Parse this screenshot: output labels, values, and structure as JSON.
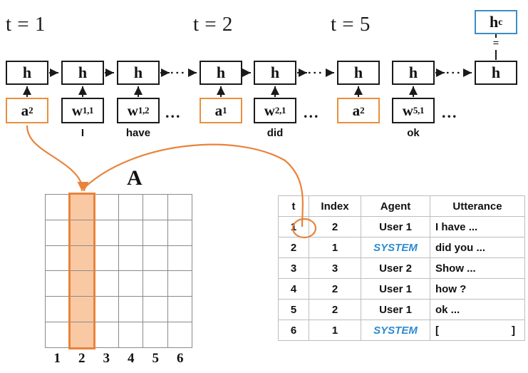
{
  "colors": {
    "orange_border": "#E8833B",
    "orange_fill": "#F9C9A4",
    "blue_border": "#3C8DC8",
    "system_text": "#2E8BD0",
    "box_border": "#1A1A1A",
    "grid_line": "#8A8A8A"
  },
  "timeline": {
    "step_labels": [
      {
        "text": "t = 1"
      },
      {
        "text": "t = 2"
      },
      {
        "text": "t = 5"
      }
    ],
    "hidden_states": [
      {
        "label": "h"
      },
      {
        "label": "h"
      },
      {
        "label": "h"
      },
      {
        "label": "h"
      },
      {
        "label": "h"
      },
      {
        "label": "h"
      },
      {
        "label": "h"
      },
      {
        "label": "h"
      }
    ],
    "context_state": {
      "label": "h",
      "subscript": "c"
    },
    "equality_sign": "=",
    "inputs": [
      {
        "label": "a",
        "subscript": "2",
        "word": "",
        "highlight": true
      },
      {
        "label": "w",
        "subscript": "1,1",
        "word": "I",
        "highlight": false
      },
      {
        "label": "w",
        "subscript": "1,2",
        "word": "have",
        "highlight": false
      },
      {
        "label": "a",
        "subscript": "1",
        "word": "",
        "highlight": true
      },
      {
        "label": "w",
        "subscript": "2,1",
        "word": "did",
        "highlight": false
      },
      {
        "label": "a",
        "subscript": "2",
        "word": "",
        "highlight": true
      },
      {
        "label": "w",
        "subscript": "5,1",
        "word": "ok",
        "highlight": false
      }
    ],
    "input_ellipses": [
      "...",
      "...",
      "..."
    ]
  },
  "matrix": {
    "label": "A",
    "rows": 6,
    "cols": 6,
    "highlight_column": 2,
    "column_labels": [
      "1",
      "2",
      "3",
      "4",
      "5",
      "6"
    ]
  },
  "dialogue_table": {
    "headers": [
      "t",
      "Index",
      "Agent",
      "Utterance"
    ],
    "rows": [
      {
        "t": "1",
        "index": "2",
        "agent": "User 1",
        "agent_is_system": false,
        "utterance": "I have ...",
        "utterance_bracketed": false,
        "index_circled": true
      },
      {
        "t": "2",
        "index": "1",
        "agent": "SYSTEM",
        "agent_is_system": true,
        "utterance": "did you ...",
        "utterance_bracketed": false,
        "index_circled": false
      },
      {
        "t": "3",
        "index": "3",
        "agent": "User 2",
        "agent_is_system": false,
        "utterance": "Show ...",
        "utterance_bracketed": false,
        "index_circled": false
      },
      {
        "t": "4",
        "index": "2",
        "agent": "User 1",
        "agent_is_system": false,
        "utterance": "how ?",
        "utterance_bracketed": false,
        "index_circled": false
      },
      {
        "t": "5",
        "index": "2",
        "agent": "User 1",
        "agent_is_system": false,
        "utterance": "ok ...",
        "utterance_bracketed": false,
        "index_circled": false
      },
      {
        "t": "6",
        "index": "1",
        "agent": "SYSTEM",
        "agent_is_system": true,
        "utterance": "[          ]",
        "utterance_bracketed": true,
        "bracket_open": "[",
        "bracket_close": "]",
        "index_circled": false
      }
    ]
  }
}
